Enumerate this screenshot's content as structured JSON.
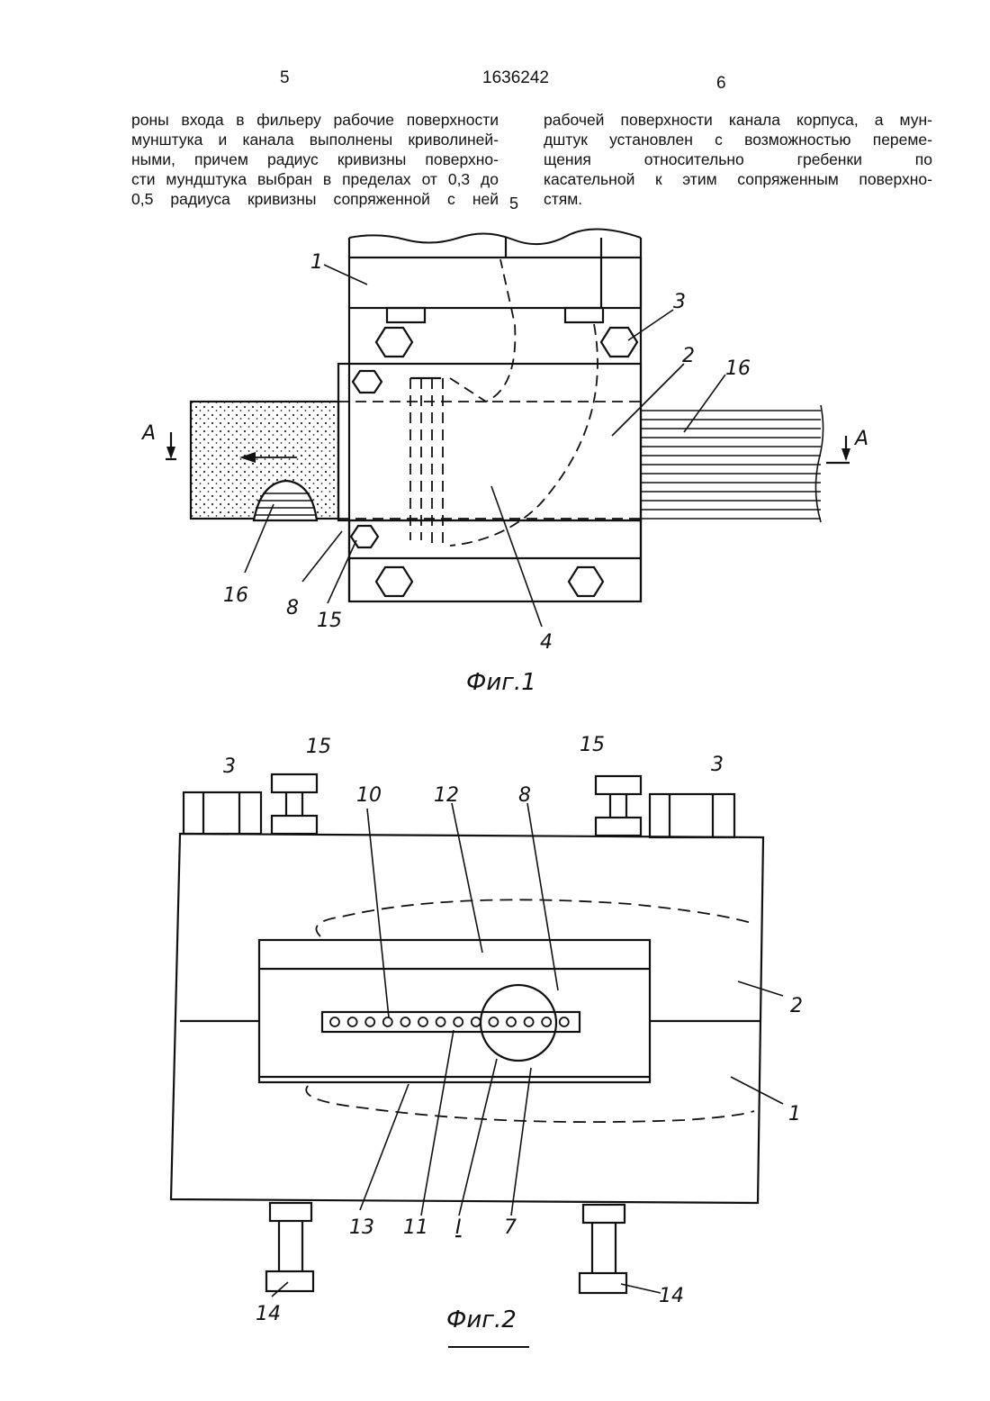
{
  "header": {
    "page_left": "5",
    "patent_number": "1636242",
    "page_right": "6"
  },
  "left_column": [
    "роны входа в фильеру рабочие поверхности",
    "мунштука и канала выполнены криволиней-",
    "ными, причем радиус кривизны поверхно-",
    "сти мундштука выбран в пределах от 0,3 до",
    "0,5 радиуса кривизны сопряженной с ней"
  ],
  "line_number": "5",
  "right_column": [
    "рабочей поверхности канала корпуса, а мун-",
    "дштук установлен с возможностью переме-",
    "щения относительно гребенки по",
    "касательной к этим сопряженным поверхно-",
    "стям."
  ],
  "figure1": {
    "caption": "Фиг.1",
    "section_mark_left": "A",
    "section_mark_right": "A",
    "labels": {
      "l1": "1",
      "l2": "2",
      "l3": "3",
      "l4": "4",
      "l8": "8",
      "l15": "15",
      "l16_left": "16",
      "l16_right": "16"
    }
  },
  "figure2": {
    "caption": "Фиг.2",
    "labels": {
      "l3_left": "3",
      "l3_right": "3",
      "l15_left": "15",
      "l15_right": "15",
      "l10": "10",
      "l12": "12",
      "l8": "8",
      "l2": "2",
      "l1": "1",
      "l13": "13",
      "l11": "11",
      "lI": "I",
      "l7": "7",
      "l14_left": "14",
      "l14_right": "14"
    }
  }
}
